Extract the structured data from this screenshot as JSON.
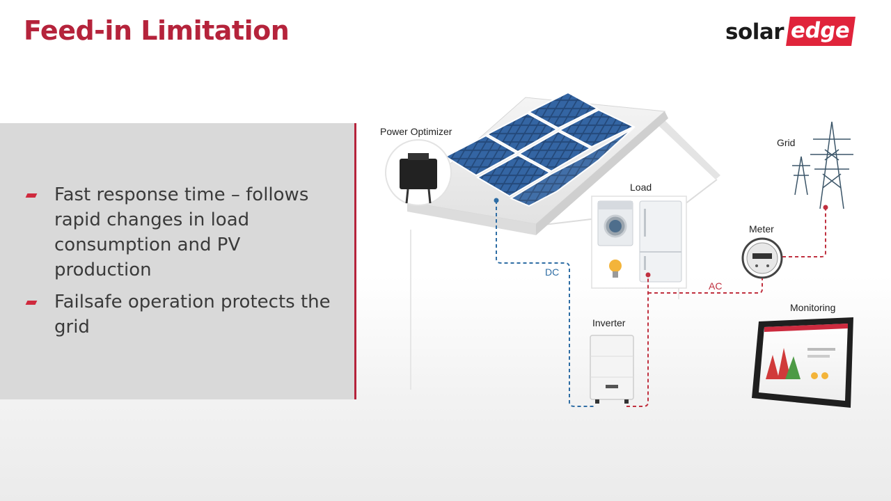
{
  "slide": {
    "title": "Feed-in Limitation",
    "logo": {
      "part1": "solar",
      "part2": "edge"
    }
  },
  "bullets": [
    {
      "text": "Fast response time – follows rapid changes in load consumption and PV production"
    },
    {
      "text": "Failsafe operation protects the grid"
    }
  ],
  "diagram": {
    "labels": {
      "power_optimizer": "Power Optimizer",
      "load": "Load",
      "grid": "Grid",
      "meter": "Meter",
      "monitoring": "Monitoring",
      "inverter": "Inverter",
      "dc": "DC",
      "ac": "AC"
    },
    "colors": {
      "accent": "#b5233b",
      "dc_line": "#2e6da4",
      "ac_line": "#c0303f",
      "panel_bg": "#d9d9d9"
    },
    "icons": [
      "power-optimizer-icon",
      "solar-panel-icon",
      "washing-machine-icon",
      "refrigerator-icon",
      "light-bulb-icon",
      "inverter-icon",
      "meter-icon",
      "power-tower-icon",
      "tablet-monitoring-icon"
    ]
  }
}
